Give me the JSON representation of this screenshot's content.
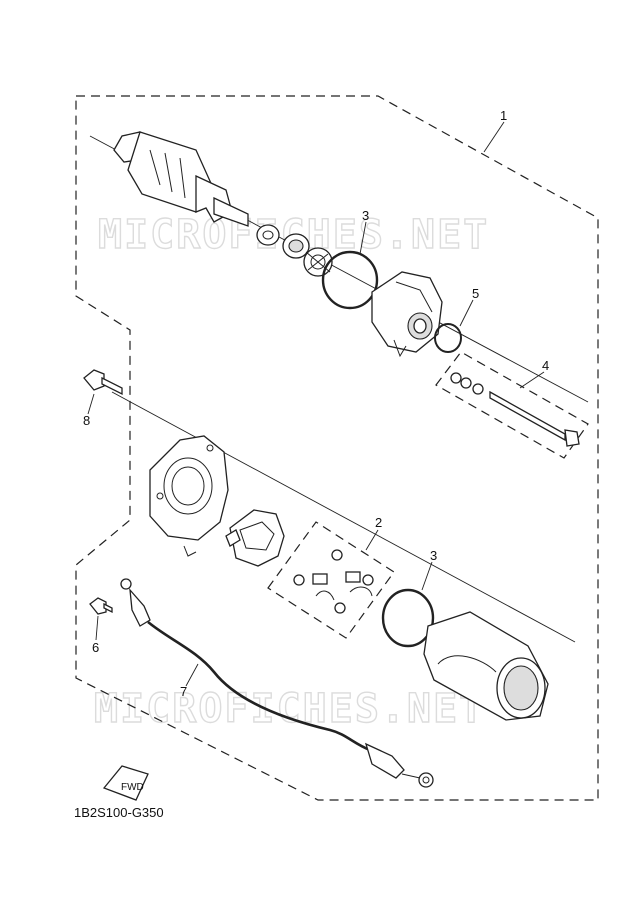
{
  "diagram": {
    "drawing_code": "1B2S100-G350",
    "watermark": "MICROFICHES.NET",
    "fwd_label": "FWD",
    "callouts": [
      {
        "id": "1",
        "label": "1"
      },
      {
        "id": "3a",
        "label": "3"
      },
      {
        "id": "5",
        "label": "5"
      },
      {
        "id": "4",
        "label": "4"
      },
      {
        "id": "8",
        "label": "8"
      },
      {
        "id": "2",
        "label": "2"
      },
      {
        "id": "3b",
        "label": "3"
      },
      {
        "id": "6",
        "label": "6"
      },
      {
        "id": "7",
        "label": "7"
      }
    ]
  }
}
